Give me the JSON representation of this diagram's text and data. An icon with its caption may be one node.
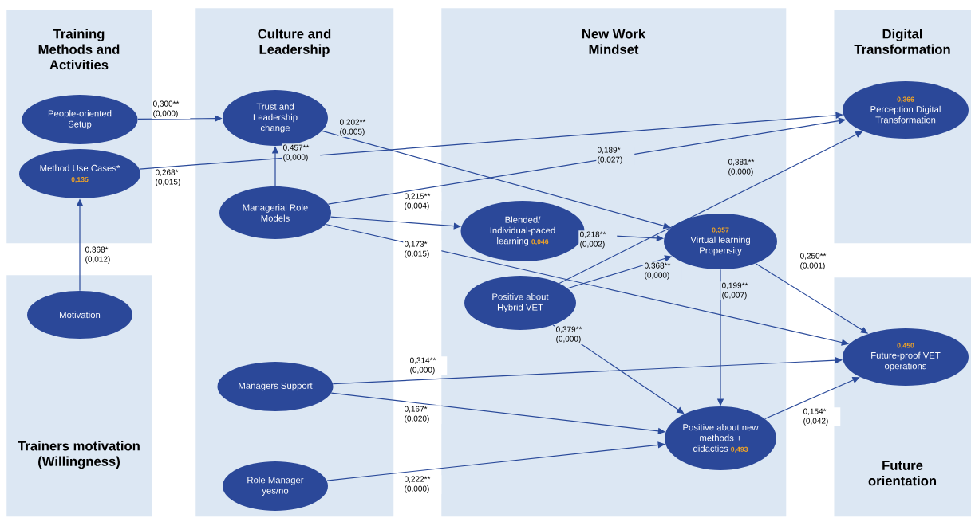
{
  "diagram": {
    "nodes": [
      {
        "text": [
          "Training Methods and Activities"
        ]
      },
      {
        "text": [
          "Trainers motivation (Willingness)"
        ]
      },
      {
        "text": [
          "Culture and Leadership"
        ]
      },
      {
        "text": [
          "New Work Mindset"
        ]
      },
      {
        "text": [
          "Digital Transformation"
        ]
      },
      {
        "text": [
          "Future orientation"
        ]
      },
      {
        "text": [
          "People-oriented Setup"
        ],
        "in": 0
      },
      {
        "text": [
          "Method Use Cases*",
          "0,135"
        ],
        "in": 0
      },
      {
        "text": [
          "Motivation"
        ],
        "in": 1
      },
      {
        "text": [
          "Trust and Leadership change"
        ],
        "in": 2
      },
      {
        "text": [
          "Managerial Role Models"
        ],
        "in": 2
      },
      {
        "text": [
          "Managers Support"
        ],
        "in": 2
      },
      {
        "text": [
          "Role Manager yes/no"
        ],
        "in": 2
      },
      {
        "text": [
          "Blended/ Individual-paced learning",
          "0,046"
        ],
        "in": 3
      },
      {
        "text": [
          "Positive about Hybrid VET"
        ],
        "in": 3
      },
      {
        "text": [
          "0,357",
          "Virtual learning Propensity"
        ],
        "in": 3
      },
      {
        "text": [
          "Positive about new methods + didactics",
          "0,493"
        ],
        "in": 3
      },
      {
        "text": [
          "0,366",
          "Perception Digital Transformation"
        ],
        "in": 4
      },
      {
        "text": [
          "0,450",
          "Future-proof VET operations"
        ],
        "in": 5
      }
    ],
    "edges": [
      {
        "from": 6,
        "to": 9,
        "arrow": "to",
        "label": "0,300** (0,000)"
      },
      {
        "from": 7,
        "to": 17,
        "arrow": "to",
        "label": "0,268* (0,015)"
      },
      {
        "from": 8,
        "to": 7,
        "arrow": "to",
        "label": "0,368* (0,012)"
      },
      {
        "from": 10,
        "to": 9,
        "arrow": "to",
        "label": "0,457** (0,000)"
      },
      {
        "from": 9,
        "to": 15,
        "arrow": "to",
        "label": "0,202** (0,005)"
      },
      {
        "from": 10,
        "to": 17,
        "arrow": "to",
        "label": "0,189* (0,027)"
      },
      {
        "from": 10,
        "to": 13,
        "arrow": "to",
        "label": "0,215** (0,004)"
      },
      {
        "from": 10,
        "to": 18,
        "arrow": "to",
        "label": "0,173* (0,015)"
      },
      {
        "from": 13,
        "to": 15,
        "arrow": "to",
        "label": "0,218** (0,002)"
      },
      {
        "from": 14,
        "to": 17,
        "arrow": "to",
        "label": "0,381** (0,000)"
      },
      {
        "from": 14,
        "to": 15,
        "arrow": "to",
        "label": "0,368** (0,000)"
      },
      {
        "from": 14,
        "to": 16,
        "arrow": "to",
        "label": "0,379** (0,000)"
      },
      {
        "from": 15,
        "to": 18,
        "arrow": "to",
        "label": "0,250** (0,001)"
      },
      {
        "from": 15,
        "to": 16,
        "arrow": "to",
        "label": "0,199** (0,007)"
      },
      {
        "from": 11,
        "to": 18,
        "arrow": "to",
        "label": "0,314** (0,000)"
      },
      {
        "from": 11,
        "to": 16,
        "arrow": "to",
        "label": "0,167* (0,020)"
      },
      {
        "from": 12,
        "to": 16,
        "arrow": "to",
        "label": "0,222** (0,000)"
      },
      {
        "from": 16,
        "to": 18,
        "arrow": "to",
        "label": "0,154* (0,042)"
      }
    ]
  }
}
